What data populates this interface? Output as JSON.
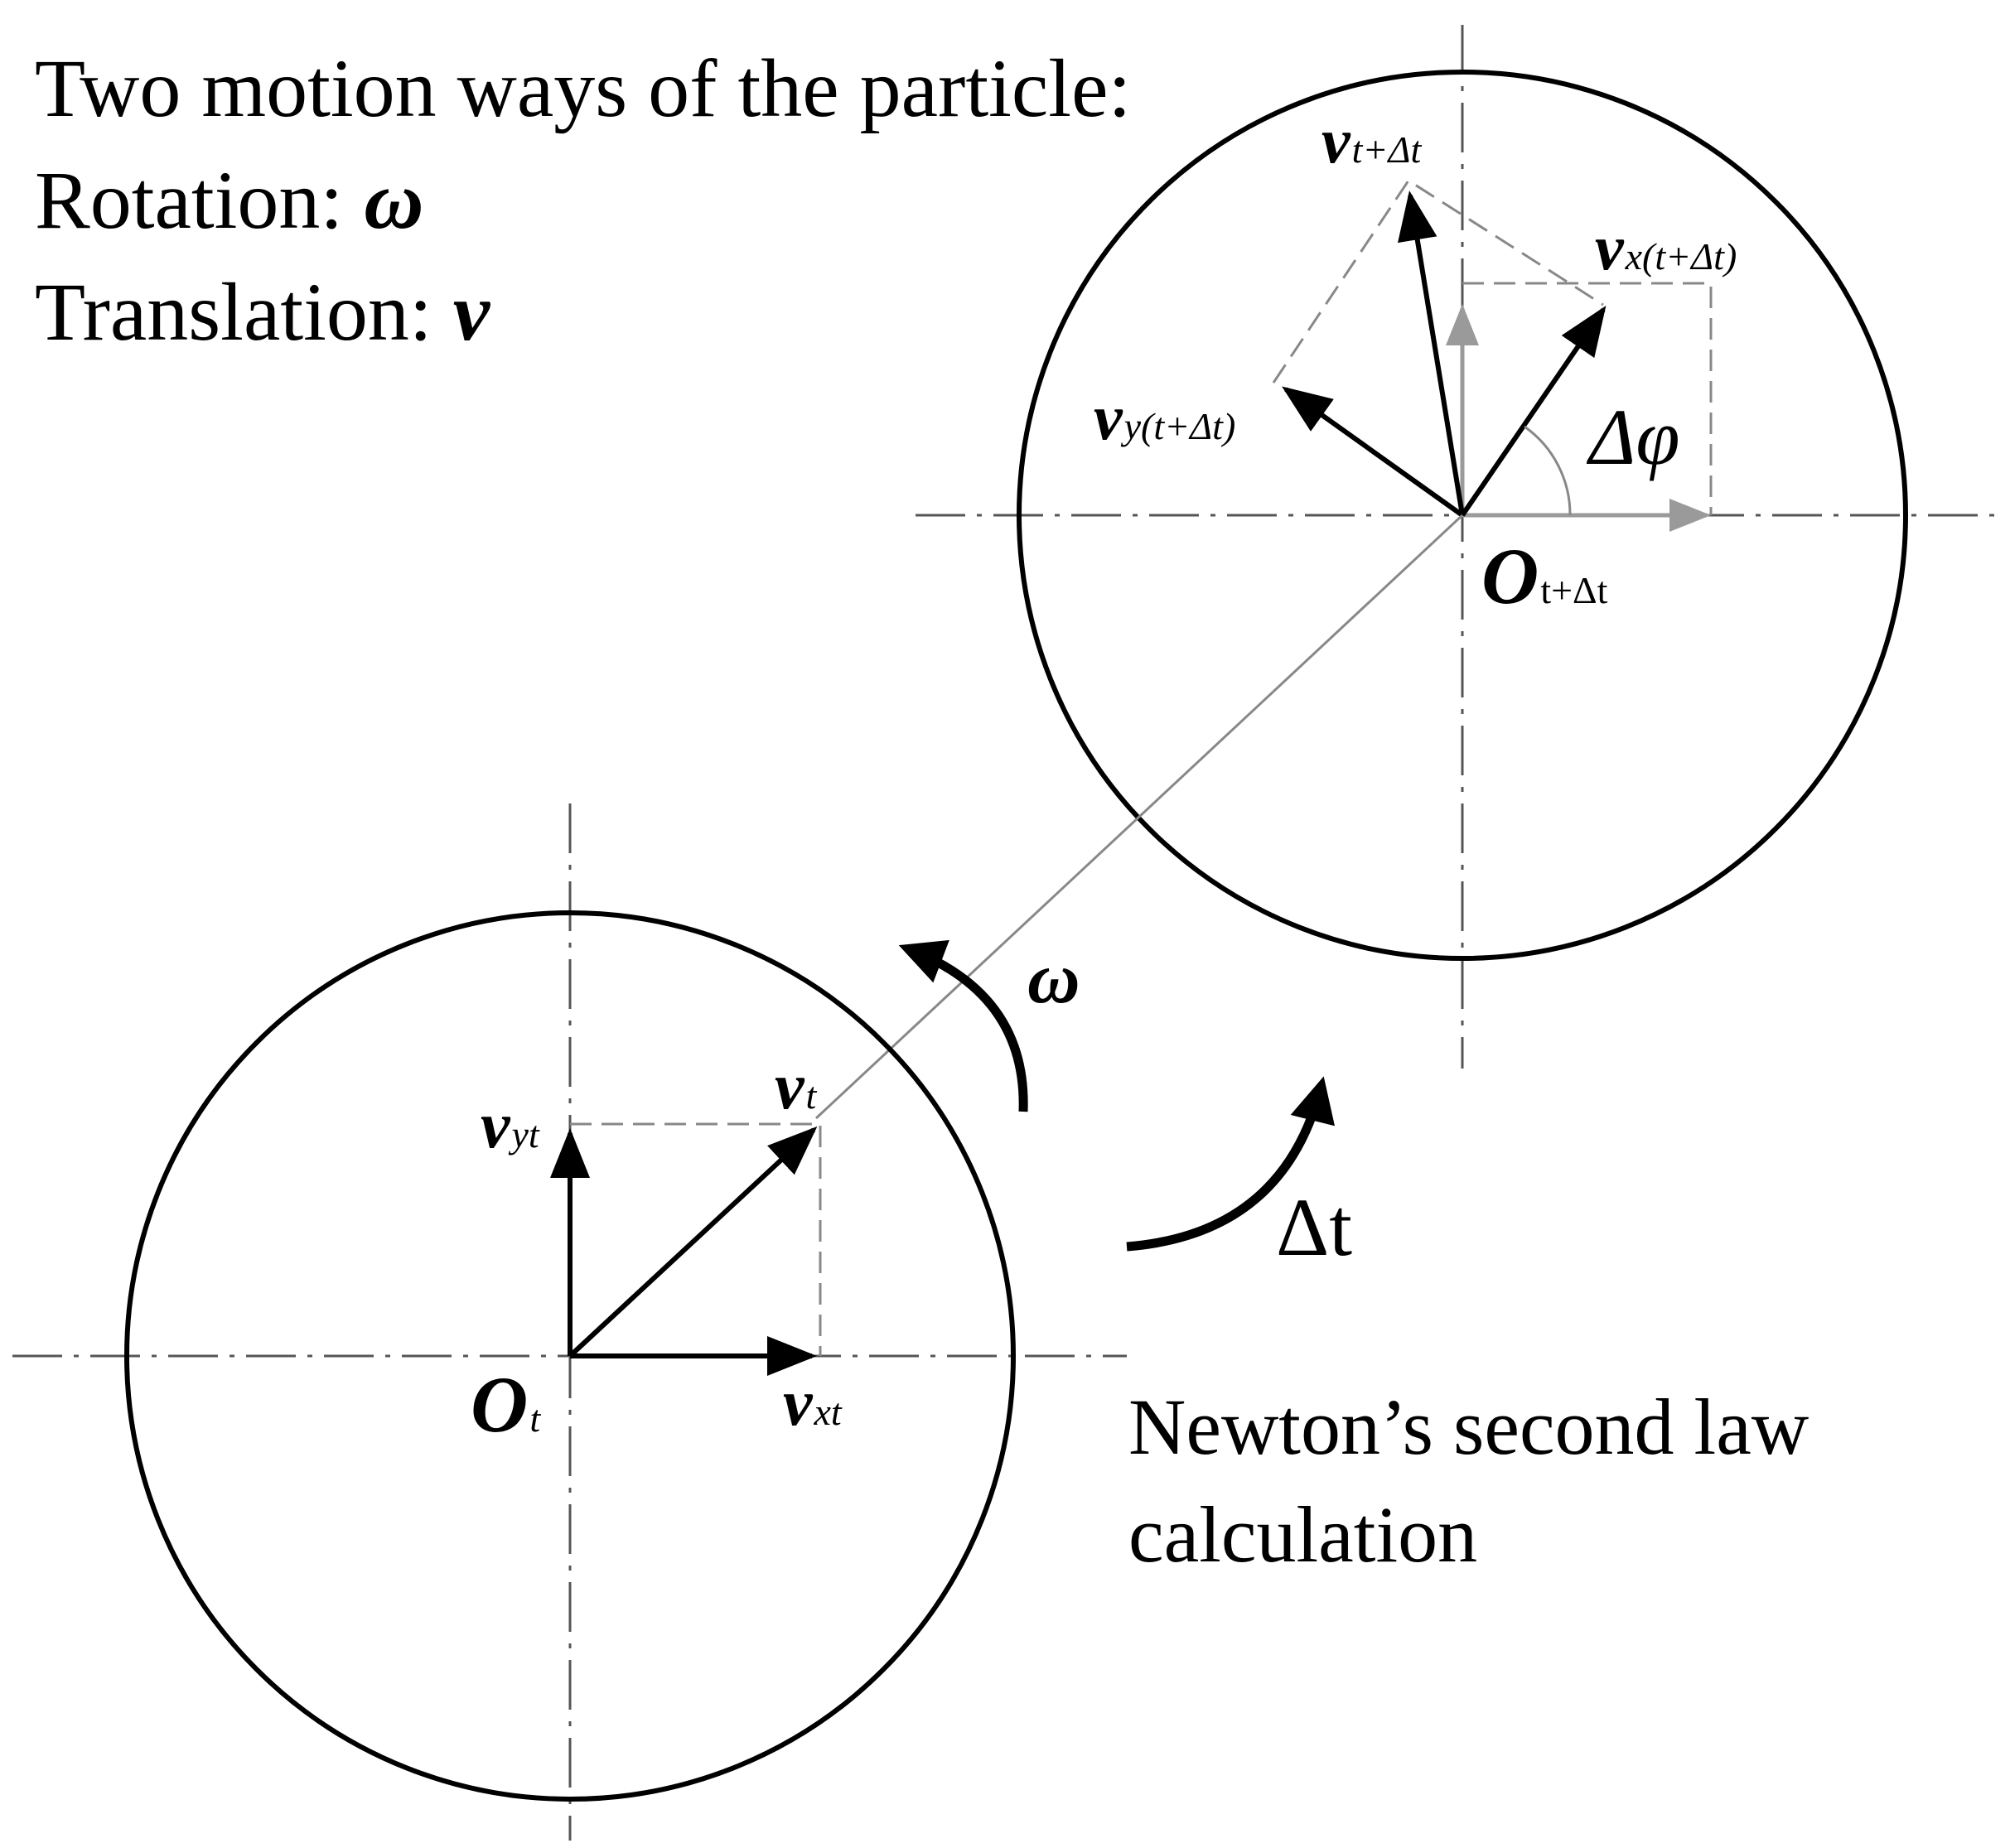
{
  "title": {
    "line1": "Two motion ways of the particle:",
    "rotation_label": "Rotation: ",
    "rotation_symbol": "ω",
    "translation_label": "Translation: ",
    "translation_symbol": "v"
  },
  "labels": {
    "v_t_next": {
      "main": "v",
      "sub": "t+Δt"
    },
    "v_x_next": {
      "main": "v",
      "sub": "x(t+Δt)"
    },
    "v_y_next": {
      "main": "v",
      "sub": "y(t+Δt)"
    },
    "delta_phi": "Δφ",
    "o_next": {
      "main": "O",
      "sub": "t+Δt"
    },
    "omega": "ω",
    "v_t": {
      "main": "v",
      "sub": "t"
    },
    "v_yt": {
      "main": "v",
      "sub": "yt"
    },
    "o_t": {
      "main": "O",
      "sub": "t"
    },
    "v_xt": {
      "main": "v",
      "sub": "xt"
    },
    "delta_t": "Δt"
  },
  "caption": {
    "line1": "Newton’s second law",
    "line2": "calculation"
  },
  "colors": {
    "line": "#000000",
    "construction": "#888888",
    "ghost_vector": "#9a9a9a"
  }
}
